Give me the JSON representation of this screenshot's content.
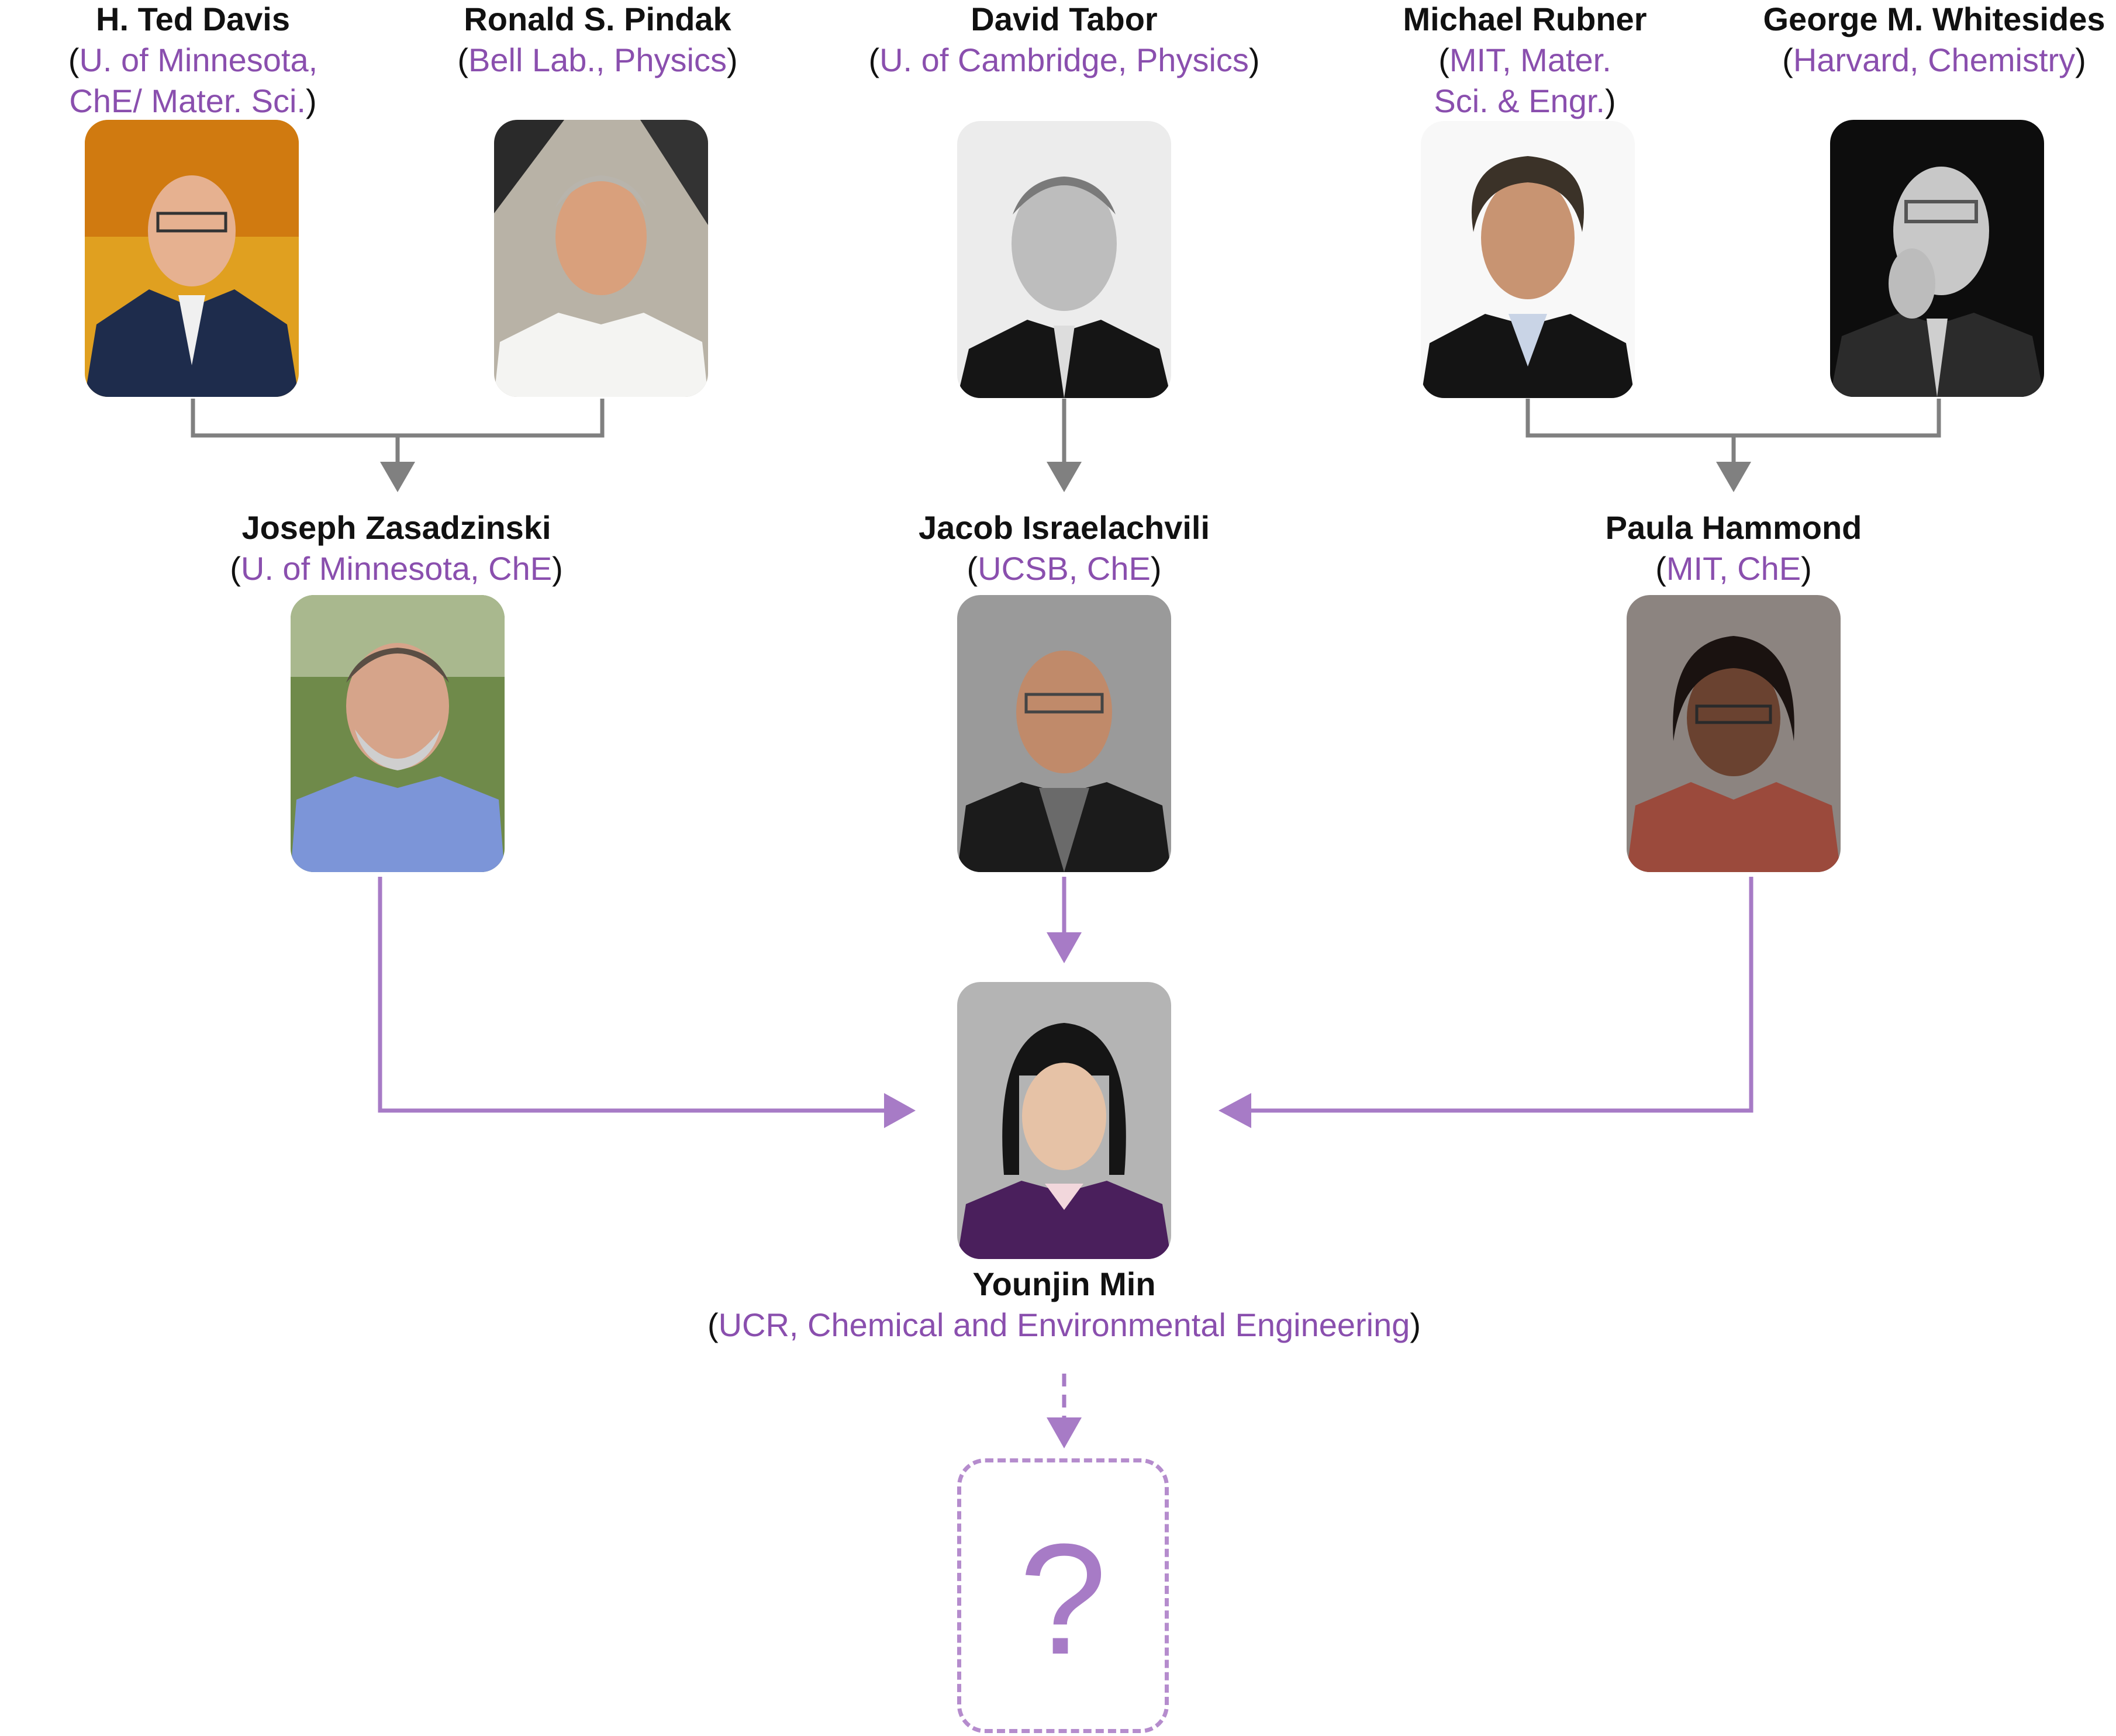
{
  "people": {
    "davis": {
      "name": "H. Ted Davis",
      "aff_open": "(",
      "aff_lines": [
        "U. of Minnesota,",
        "ChE/ Mater. Sci."
      ],
      "aff_close": ")"
    },
    "pindak": {
      "name": "Ronald S. Pindak",
      "aff_open": "(",
      "aff_lines": [
        "Bell Lab., Physics"
      ],
      "aff_close": ")"
    },
    "tabor": {
      "name": "David Tabor",
      "aff_open": "(",
      "aff_lines": [
        "U. of Cambridge, Physics"
      ],
      "aff_close": ")"
    },
    "rubner": {
      "name": "Michael Rubner",
      "aff_open": "(",
      "aff_lines": [
        "MIT, Mater.",
        "Sci. & Engr."
      ],
      "aff_close": ")"
    },
    "whitesides": {
      "name": "George M. Whitesides",
      "aff_open": "(",
      "aff_lines": [
        "Harvard, Chemistry"
      ],
      "aff_close": ")"
    },
    "zasadzinski": {
      "name": "Joseph Zasadzinski",
      "aff_open": "(",
      "aff_lines": [
        "U. of Minnesota, ChE"
      ],
      "aff_close": ")"
    },
    "israelachvili": {
      "name": "Jacob Israelachvili",
      "aff_open": "(",
      "aff_lines": [
        "UCSB, ChE"
      ],
      "aff_close": ")"
    },
    "hammond": {
      "name": "Paula Hammond",
      "aff_open": "(",
      "aff_lines": [
        "MIT, ChE"
      ],
      "aff_close": ")"
    },
    "min": {
      "name": "Younjin Min",
      "aff_open": "(",
      "aff_lines": [
        "UCR, Chemical and Environmental Engineering"
      ],
      "aff_close": ")"
    }
  },
  "future": {
    "symbol": "?"
  },
  "colors": {
    "gray_line": "#808080",
    "purple_line": "#a77bc6",
    "affiliation": "#8a4fae"
  }
}
